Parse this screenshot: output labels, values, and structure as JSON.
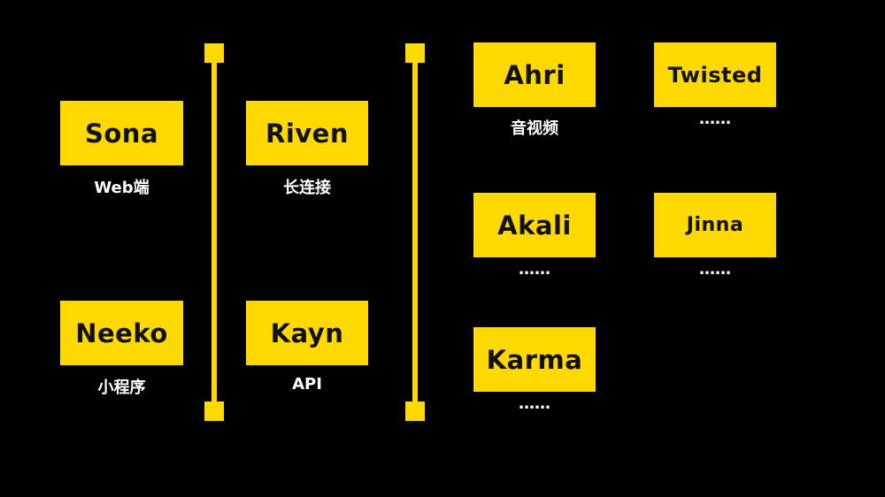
{
  "colors": {
    "background": "#000000",
    "card": "#ffd900",
    "card_text": "#111111",
    "caption_text": "#ffffff"
  },
  "left_group": [
    {
      "name": "Sona",
      "caption": "Web端"
    },
    {
      "name": "Neeko",
      "caption": "小程序"
    }
  ],
  "middle_group": [
    {
      "name": "Riven",
      "caption": "长连接"
    },
    {
      "name": "Kayn",
      "caption": "API"
    }
  ],
  "right_group": [
    {
      "name": "Ahri",
      "caption": "音视频"
    },
    {
      "name": "Twisted",
      "caption": "……"
    },
    {
      "name": "Akali",
      "caption": "……"
    },
    {
      "name": "Jinna",
      "caption": "……"
    },
    {
      "name": "Karma",
      "caption": "……"
    }
  ]
}
